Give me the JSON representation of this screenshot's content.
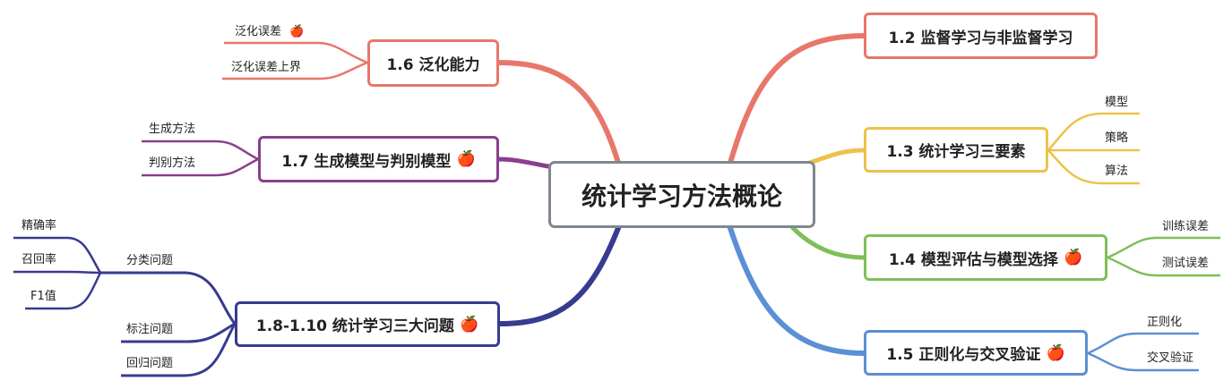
{
  "central": "统计学习方法概论",
  "mark": "🍎",
  "colors": {
    "red": "#e8776b",
    "yellow": "#edc24a",
    "green": "#7fbf5a",
    "blue": "#5b8fd6",
    "purple": "#8a3f8c",
    "navy": "#383b8f",
    "central_border": "#7f8790"
  },
  "nodes": {
    "n12": {
      "label": "1.2 监督学习与非监督学习"
    },
    "n13": {
      "label": "1.3 统计学习三要素",
      "children": [
        "模型",
        "策略",
        "算法"
      ]
    },
    "n14": {
      "label": "1.4 模型评估与模型选择",
      "marked": true,
      "children": [
        "训练误差",
        "测试误差"
      ]
    },
    "n15": {
      "label": "1.5 正则化与交叉验证",
      "marked": true,
      "children": [
        "正则化",
        "交叉验证"
      ]
    },
    "n16": {
      "label": "1.6 泛化能力",
      "children": [
        {
          "label": "泛化误差",
          "marked": true
        },
        {
          "label": "泛化误差上界"
        }
      ]
    },
    "n17": {
      "label": "1.7 生成模型与判别模型",
      "marked": true,
      "children": [
        "生成方法",
        "判别方法"
      ]
    },
    "n18": {
      "label": "1.8-1.10 统计学习三大问题",
      "marked": true,
      "children": [
        {
          "label": "分类问题",
          "children": [
            "精确率",
            "召回率",
            "F1值"
          ]
        },
        {
          "label": "标注问题"
        },
        {
          "label": "回归问题"
        }
      ]
    }
  }
}
